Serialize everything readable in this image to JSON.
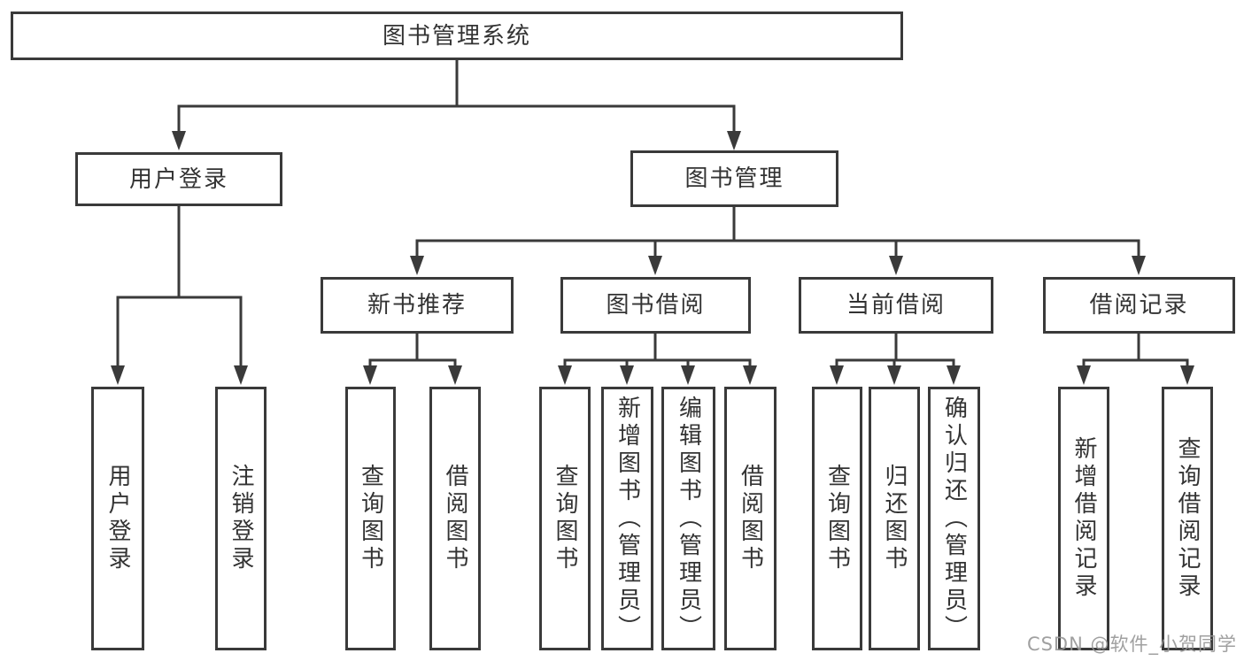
{
  "tree": {
    "label": "图书管理系统",
    "children": [
      {
        "label": "用户登录",
        "children": [
          {
            "label": "用户登录"
          },
          {
            "label": "注销登录"
          }
        ]
      },
      {
        "label": "图书管理",
        "children": [
          {
            "label": "新书推荐",
            "children": [
              {
                "label": "查询图书"
              },
              {
                "label": "借阅图书"
              }
            ]
          },
          {
            "label": "图书借阅",
            "children": [
              {
                "label": "查询图书"
              },
              {
                "label": "新增图书（管理员）"
              },
              {
                "label": "编辑图书（管理员）"
              },
              {
                "label": "借阅图书"
              }
            ]
          },
          {
            "label": "当前借阅",
            "children": [
              {
                "label": "查询图书"
              },
              {
                "label": "归还图书"
              },
              {
                "label": "确认归还（管理员）"
              }
            ]
          },
          {
            "label": "借阅记录",
            "children": [
              {
                "label": "新增借阅记录"
              },
              {
                "label": "查询借阅记录"
              }
            ]
          }
        ]
      }
    ]
  },
  "watermark": {
    "text": "CSDN @软件_小贺同学"
  },
  "colors": {
    "line": "#3a3a3a",
    "box_border": "#3a3a3a",
    "box_background": "#ffffff",
    "text": "#333333",
    "watermark": "#969696"
  }
}
